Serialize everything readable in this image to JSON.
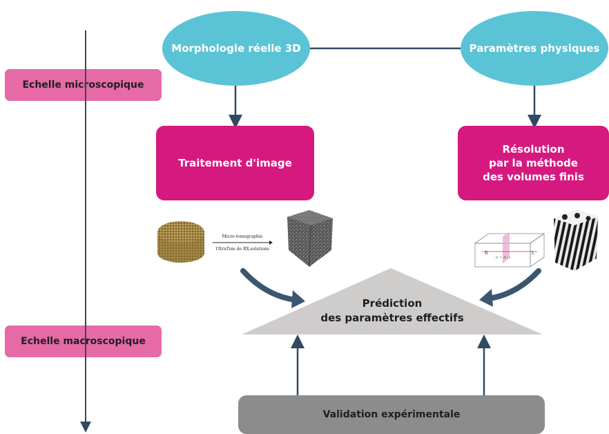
{
  "scales": {
    "micro": "Echelle microscopique",
    "macro": "Echelle macroscopique"
  },
  "nodes": {
    "morphology": "Morphologie réelle 3D",
    "physical_params": "Paramètres physiques",
    "image_processing": "Traitement d'image",
    "fv_resolution": [
      "Résolution",
      "par la méthode",
      "des volumes finis"
    ],
    "prediction": [
      "Prédiction",
      "des paramètres effectifs"
    ],
    "validation": "Validation expérimentale"
  },
  "illustrations": {
    "tomography_top": "Micro-tomographie",
    "tomography_bottom": "UltraTom de RX-solutions",
    "fv_label_left": "R",
    "fv_label_right": "L",
    "fv_formula": "σ = A | l"
  },
  "colors": {
    "ellipse": "#5bc3d6",
    "magenta_box": "#d6197f",
    "scale_pill": "#e56aa6",
    "triangle": "#cfcccc",
    "validation": "#8c8c8c",
    "arrow": "#2f4a63"
  }
}
